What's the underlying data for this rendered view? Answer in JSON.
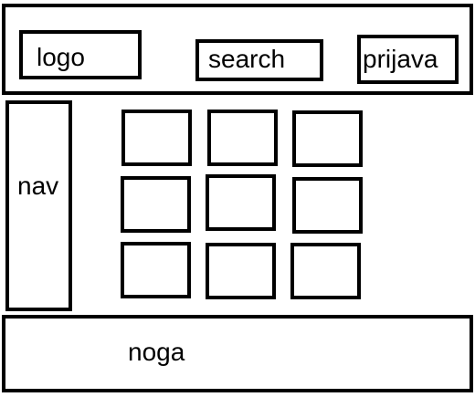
{
  "header": {
    "logo_label": "logo",
    "search_label": "search",
    "login_label": "prijava"
  },
  "nav": {
    "label": "nav"
  },
  "footer": {
    "label": "noga"
  },
  "colors": {
    "stroke": "#000000",
    "background": "#ffffff"
  }
}
